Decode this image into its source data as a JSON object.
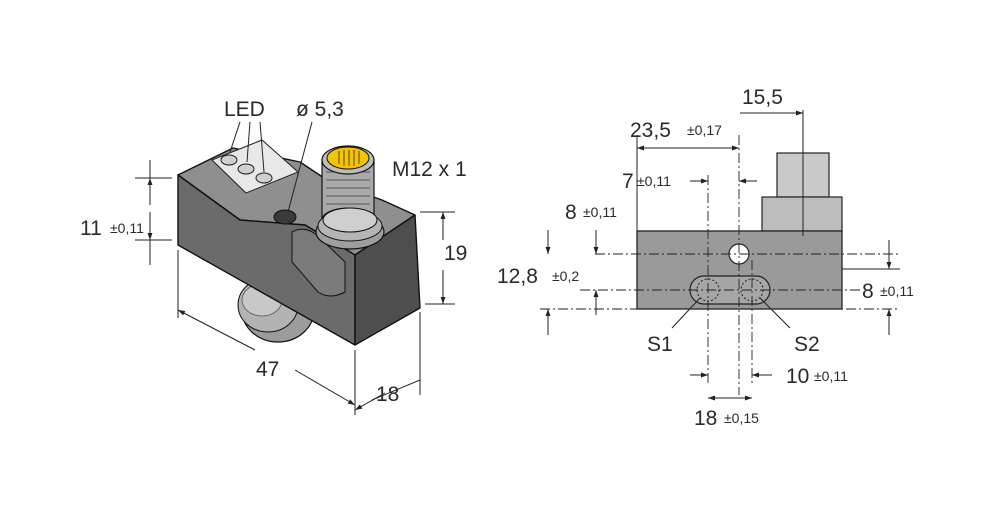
{
  "labels": {
    "led": "LED",
    "hole_dia": "ø 5,3",
    "connector": "M12 x 1",
    "dim_11": "11",
    "tol_011_a": "±0,11",
    "dim_19": "19",
    "dim_47": "47",
    "dim_18_depth": "18",
    "dim_15_5": "15,5",
    "dim_23_5": "23,5",
    "tol_017": "±0,17",
    "dim_7": "7",
    "tol_011_b": "±0,11",
    "dim_8_left": "8",
    "tol_011_c": "±0,11",
    "dim_12_8": "12,8",
    "tol_02": "±0,2",
    "dim_8_right": "8",
    "tol_011_d": "±0,11",
    "s1": "S1",
    "s2": "S2",
    "dim_10": "10",
    "tol_011_e": "±0,11",
    "dim_18_span": "18",
    "tol_015": "±0,15"
  },
  "colors": {
    "body_front": "#6b6b6b",
    "body_top": "#8f8f8f",
    "body_side": "#4e4e4e",
    "connector_face": "#f5c400",
    "sensor_face": "#9a9a9a",
    "plug": "#c9c9c9",
    "plug_lower": "#bdbdbd"
  }
}
